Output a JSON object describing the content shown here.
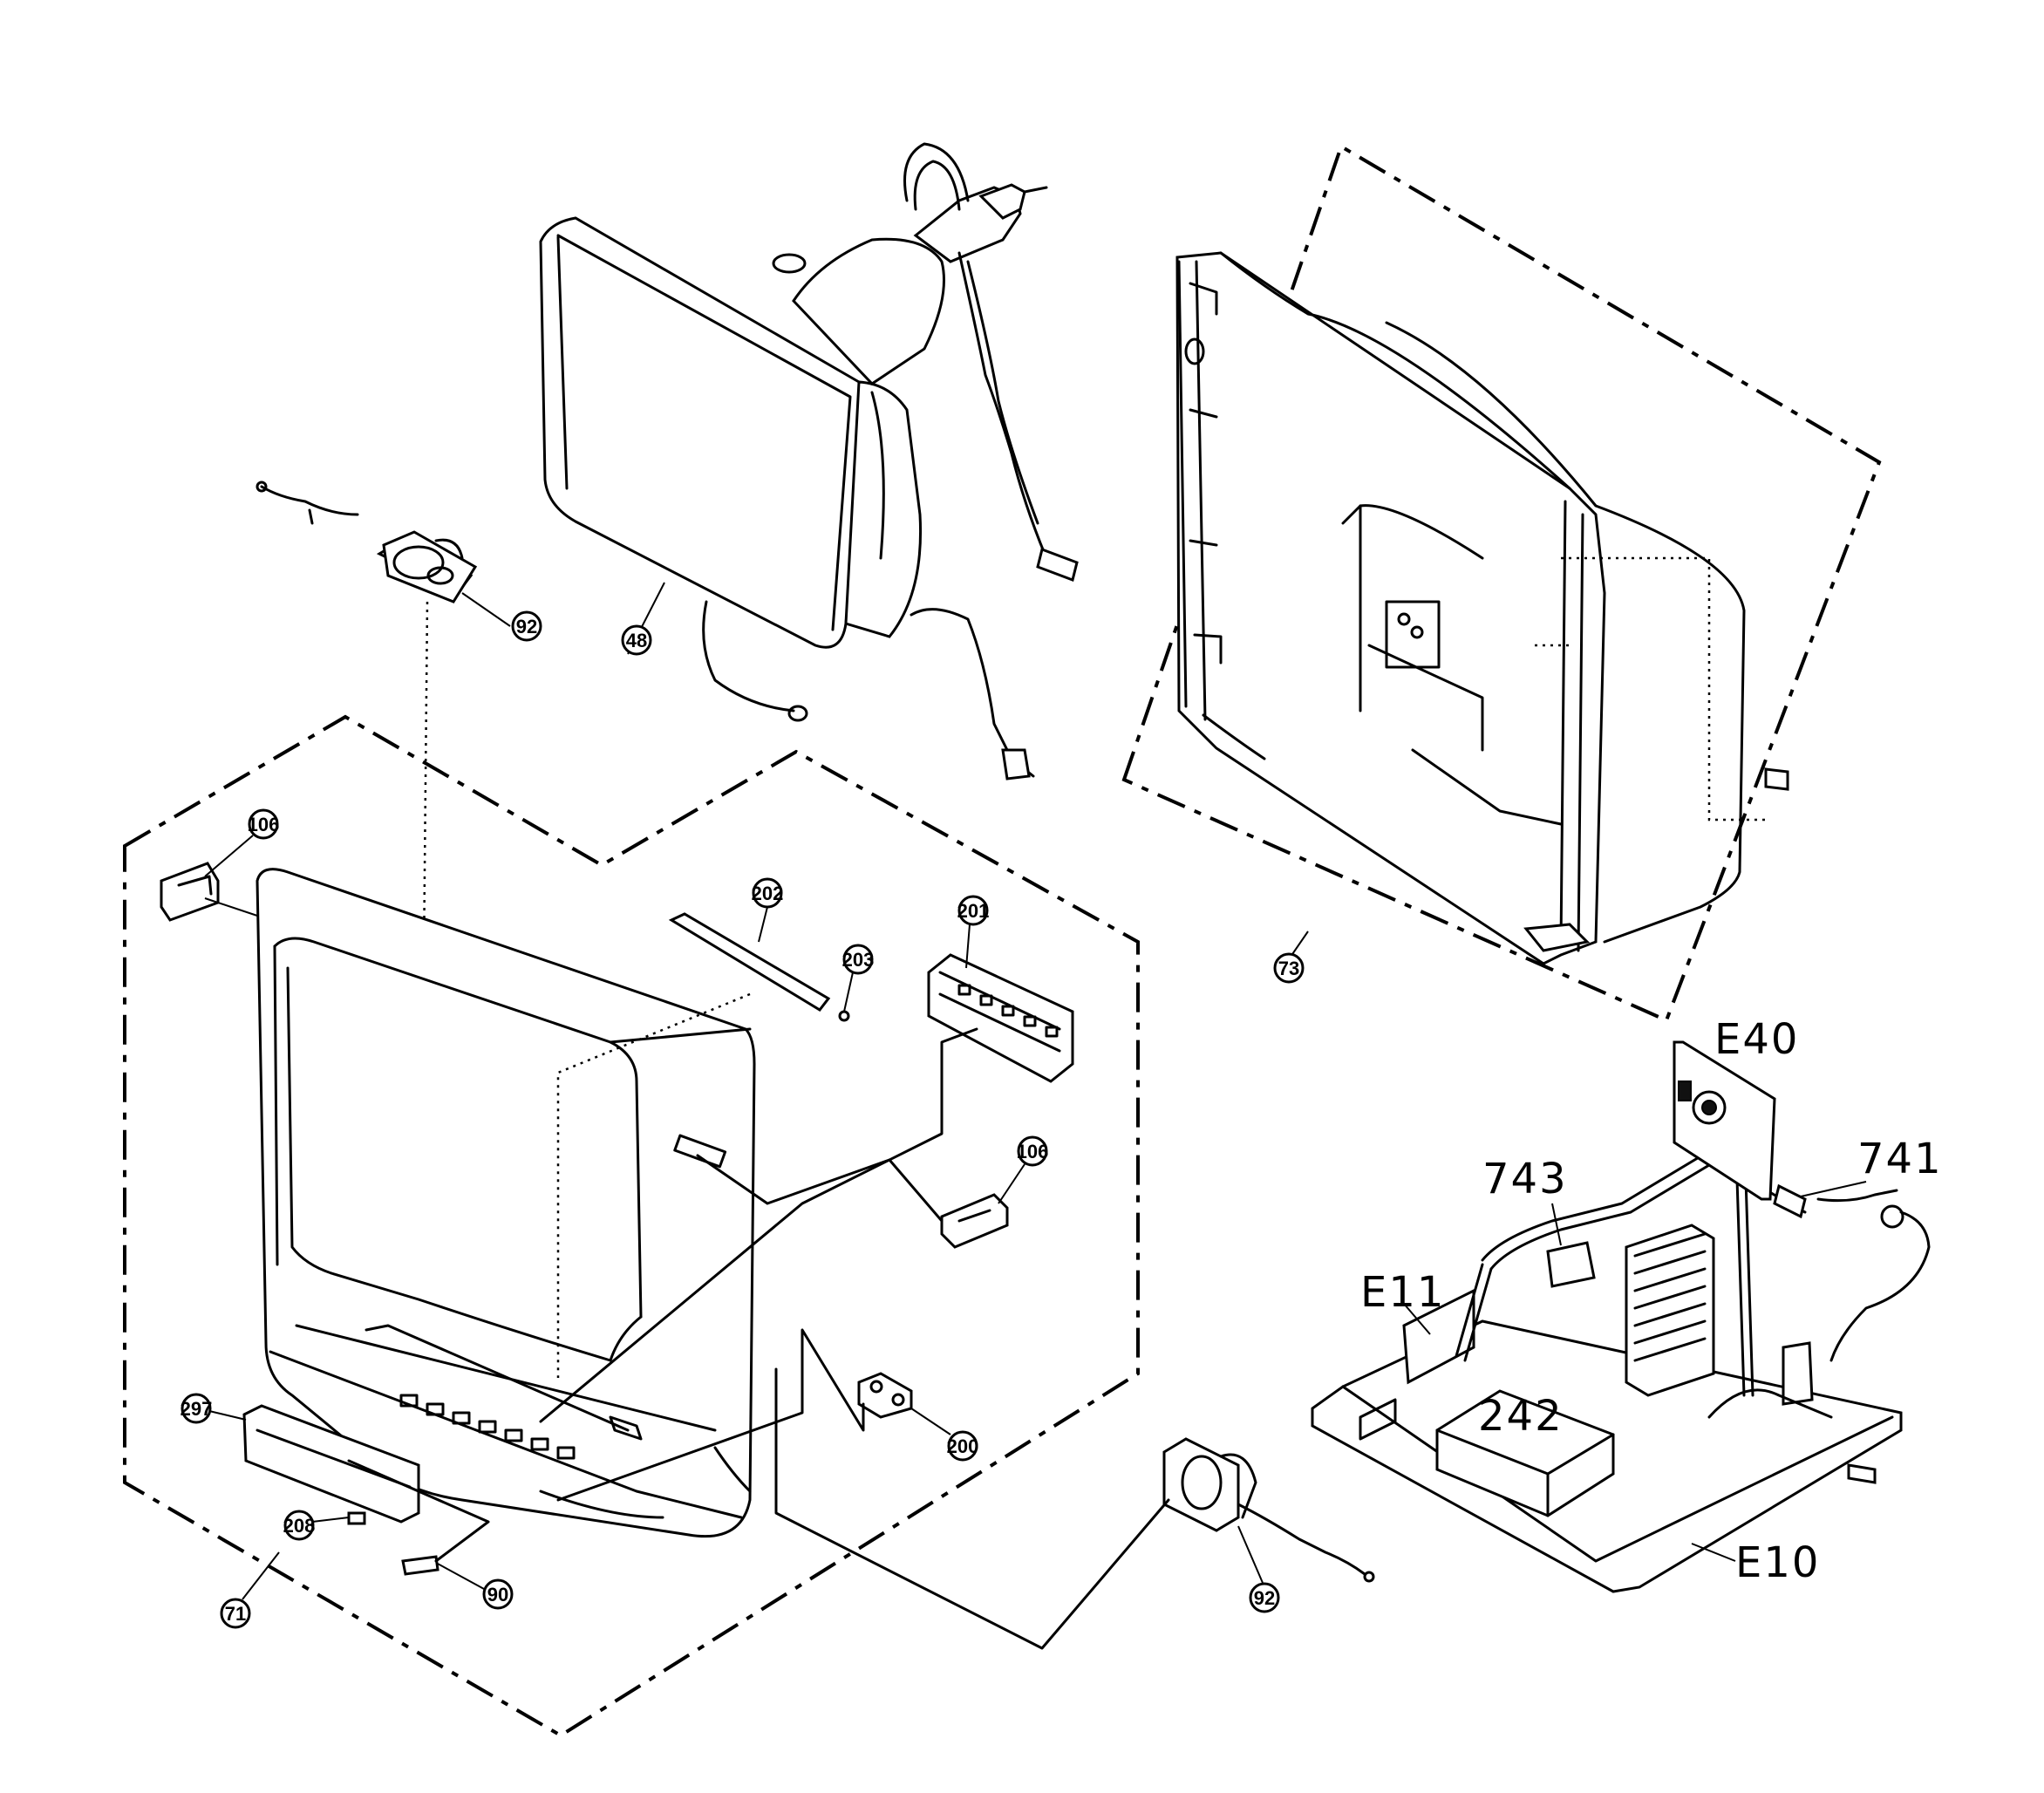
{
  "callouts": {
    "c48": "48",
    "c92_top": "92",
    "c92_bottom": "92",
    "c73": "73",
    "c106_left": "106",
    "c106_right": "106",
    "c202": "202",
    "c203": "203",
    "c201": "201",
    "c297": "297",
    "c208": "208",
    "c200": "200",
    "c90": "90",
    "c71": "71"
  },
  "handwritten": {
    "e40": "E40",
    "e743": "743",
    "e741": "741",
    "e11": "E11",
    "e242": "242",
    "e10": "E10"
  }
}
